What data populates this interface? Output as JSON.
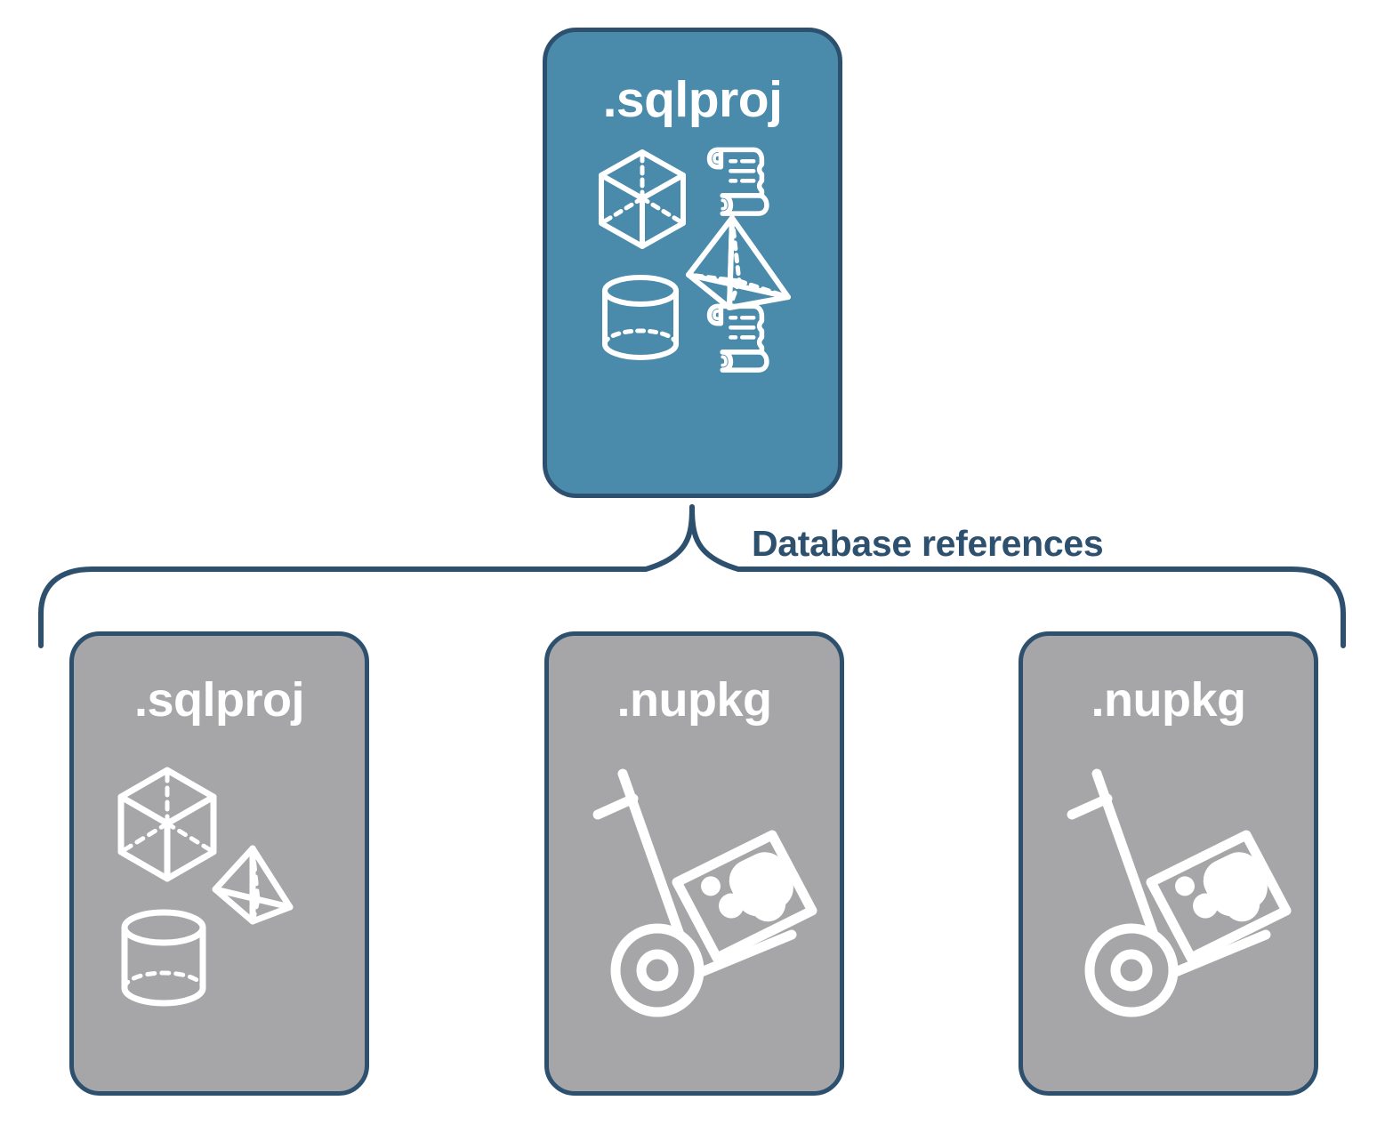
{
  "diagram": {
    "title": "SQL project database references diagram",
    "connector_label": "Database references",
    "colors": {
      "root_fill": "#4a8aab",
      "leaf_fill": "#a6a6a8",
      "stroke": "#2d506e",
      "icon": "#ffffff",
      "label_text": "#2d506e",
      "background": "#ffffff"
    },
    "root": {
      "label": ".sqlproj",
      "icons": [
        "cube-icon",
        "pyramid-icon",
        "cylinder-icon",
        "script-scroll-icon",
        "script-scroll-icon"
      ]
    },
    "children": [
      {
        "label": ".sqlproj",
        "kind": "sqlproj",
        "icons": [
          "cube-icon",
          "pyramid-icon",
          "cylinder-icon"
        ]
      },
      {
        "label": ".nupkg",
        "kind": "nupkg",
        "icons": [
          "nuget-package-dolly-icon"
        ]
      },
      {
        "label": ".nupkg",
        "kind": "nupkg",
        "icons": [
          "nuget-package-dolly-icon"
        ]
      }
    ]
  }
}
